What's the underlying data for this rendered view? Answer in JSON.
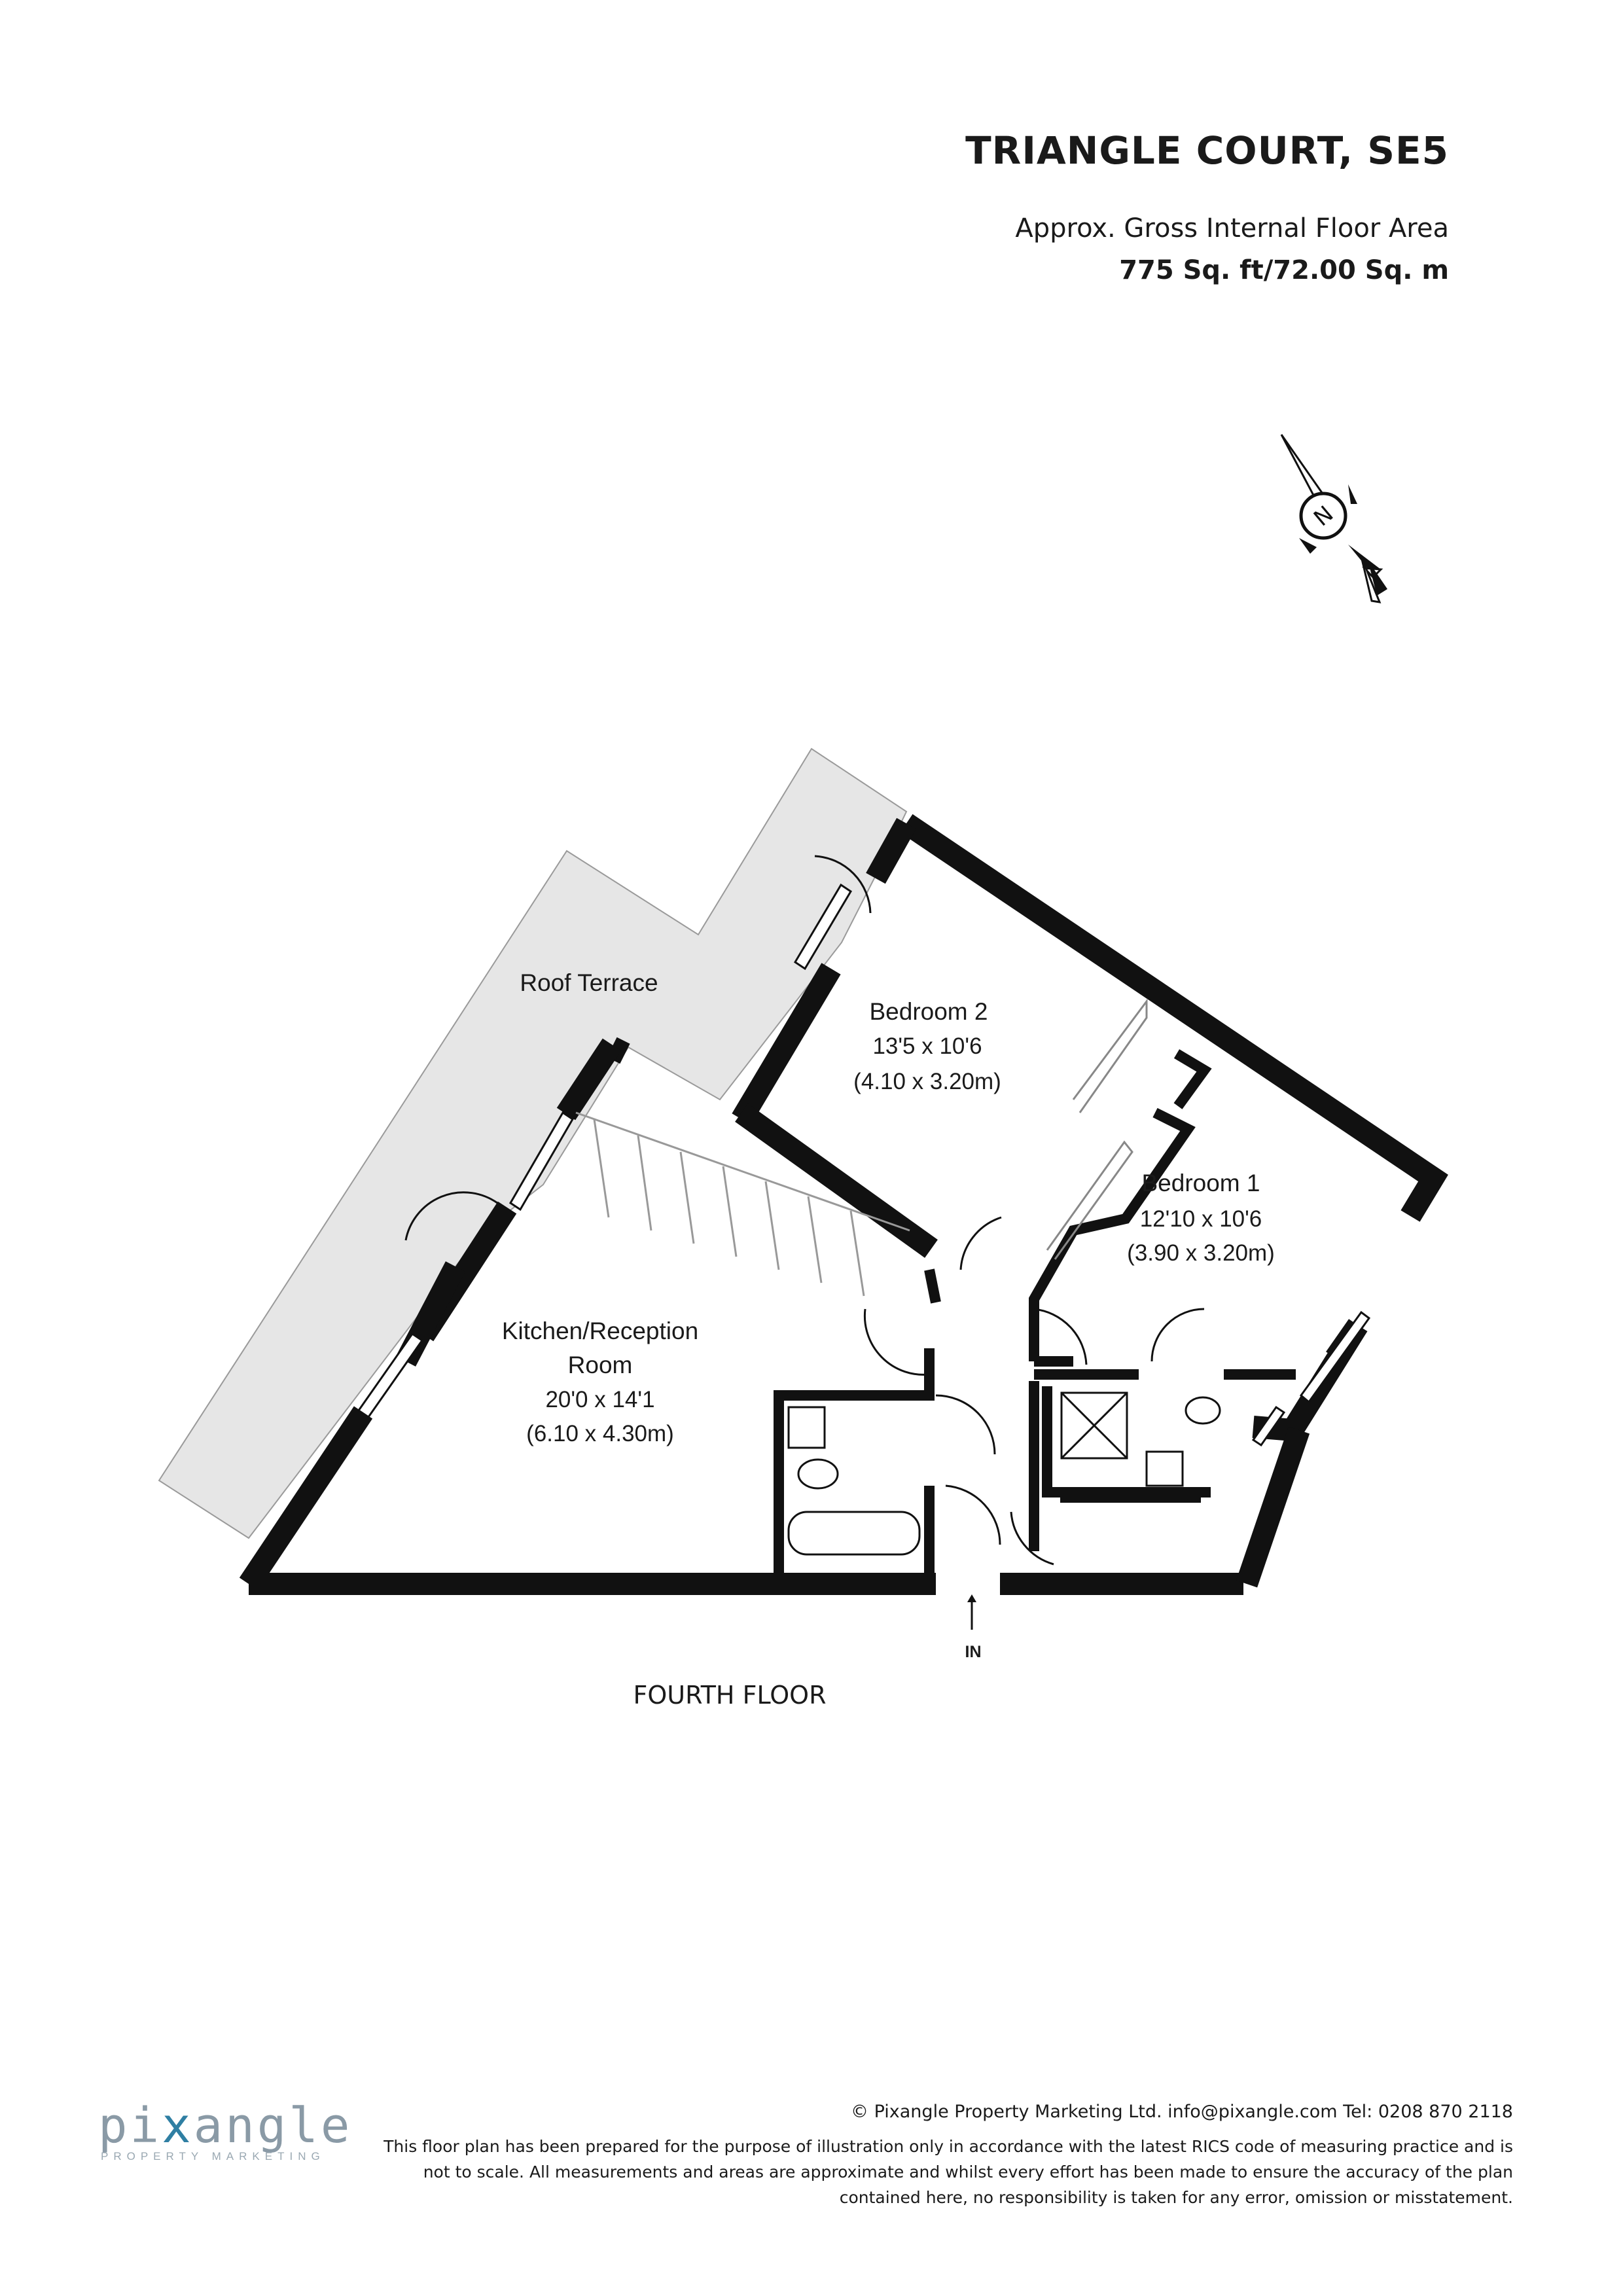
{
  "header": {
    "title": "TRIANGLE COURT, SE5",
    "area_label": "Approx. Gross Internal Floor Area",
    "area_value": "775 Sq. ft/72.00 Sq. m"
  },
  "compass": {
    "label": "N",
    "icon": "north-arrow-icon"
  },
  "rooms": {
    "roof_terrace": "Roof Terrace",
    "bedroom2": {
      "name": "Bedroom 2",
      "imperial": "13'5 x 10'6",
      "metric": "(4.10 x 3.20m)"
    },
    "bedroom1": {
      "name": "Bedroom 1",
      "imperial": "12'10 x 10'6",
      "metric": "(3.90 x 3.20m)"
    },
    "kitchen": {
      "name_line1": "Kitchen/Reception",
      "name_line2": "Room",
      "imperial": "20'0 x 14'1",
      "metric": "(6.10 x 4.30m)"
    }
  },
  "entrance_label": "IN",
  "floor_label": "FOURTH FLOOR",
  "footer": {
    "copyright": "© Pixangle Property Marketing Ltd. info@pixangle.com Tel: 0208 870 2118",
    "disclaimer_line1": "This floor plan has been prepared for the purpose of illustration only in accordance with the latest RICS code of measuring practice and is",
    "disclaimer_line2": "not to scale. All measurements and areas are approximate and whilst every effort has been made to ensure the accuracy of the plan",
    "disclaimer_line3": "contained here, no responsibility is taken for any error, omission or misstatement."
  },
  "logo": {
    "word_start": "pi",
    "word_x": "x",
    "word_end": "angle",
    "tagline": "PROPERTY MARKETING"
  },
  "colors": {
    "wall": "#111111",
    "terrace": "#e6e6e6",
    "logo_accent": "#2f7fa3"
  }
}
